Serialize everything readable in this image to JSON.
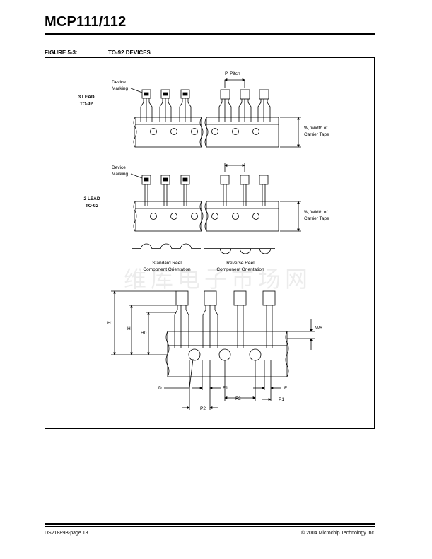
{
  "header": {
    "title": "MCP111/112"
  },
  "figure": {
    "label": "FIGURE 5-3:",
    "title": "TO-92 DEVICES",
    "labels": {
      "three_lead_1": "3 LEAD",
      "three_lead_2": "TO-92",
      "two_lead_1": "2 LEAD",
      "two_lead_2": "TO-92",
      "device_marking_1": "Device",
      "device_marking_2": "Marking",
      "pitch": "P, Pitch",
      "width_1": "W, Width of",
      "width_2": "Carrier Tape",
      "standard_reel_1": "Standard Reel",
      "standard_reel_2": "Component Orientation",
      "reverse_reel_1": "Reverse Reel",
      "reverse_reel_2": "Component Orientation",
      "h1": "H1",
      "h": "H",
      "h0": "H0",
      "w6": "W6",
      "d": "D",
      "f1": "F1",
      "f": "F",
      "f2": "F2",
      "p1": "P1",
      "p2": "P2"
    }
  },
  "watermark": "维库电子市场网",
  "footer": {
    "left": "DS21889B-page 18",
    "right": "© 2004 Microchip Technology Inc."
  }
}
